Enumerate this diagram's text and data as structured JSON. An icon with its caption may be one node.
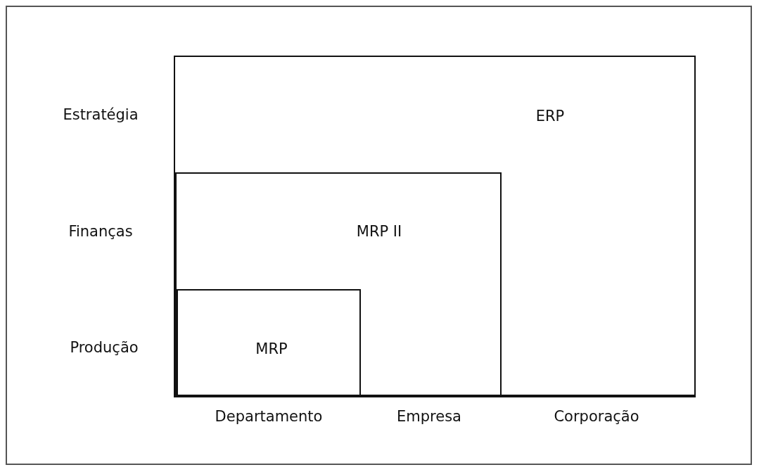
{
  "diagram": {
    "nodes": [
      {
        "text": [
          "ERP"
        ]
      },
      {
        "text": [
          "MRP II"
        ],
        "in": 0
      },
      {
        "text": [
          "MRP"
        ],
        "in": 1
      }
    ],
    "labels": [
      "Estratégia",
      "Finanças",
      "Produção",
      "Departamento",
      "Empresa",
      "Corporação"
    ]
  }
}
